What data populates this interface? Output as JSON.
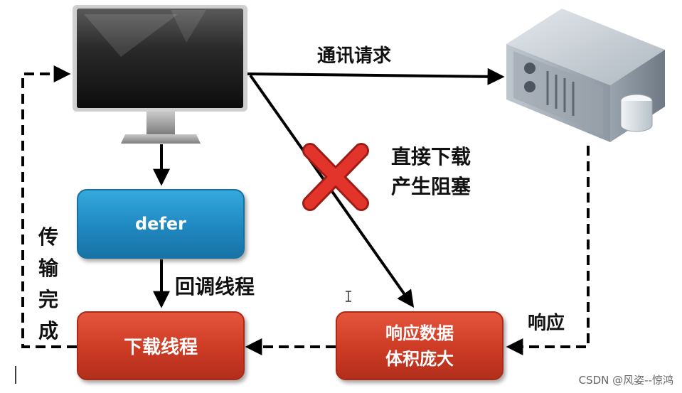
{
  "labels": {
    "request": "通讯请求",
    "blocking_line1": "直接下载",
    "blocking_line2": "产生阻塞",
    "callback_thread": "回调线程",
    "response": "响应",
    "transfer_complete": [
      "传",
      "输",
      "完",
      "成"
    ]
  },
  "boxes": {
    "defer": "defer",
    "download_thread": "下载线程",
    "response_line1": "响应数据",
    "response_line2": "体积庞大"
  },
  "watermark": "CSDN @风姿--惊鸿",
  "colors": {
    "defer_box": "#1f88c0",
    "red_box": "#cd3b25",
    "cross": "#e3342b",
    "arrow": "#000000"
  }
}
